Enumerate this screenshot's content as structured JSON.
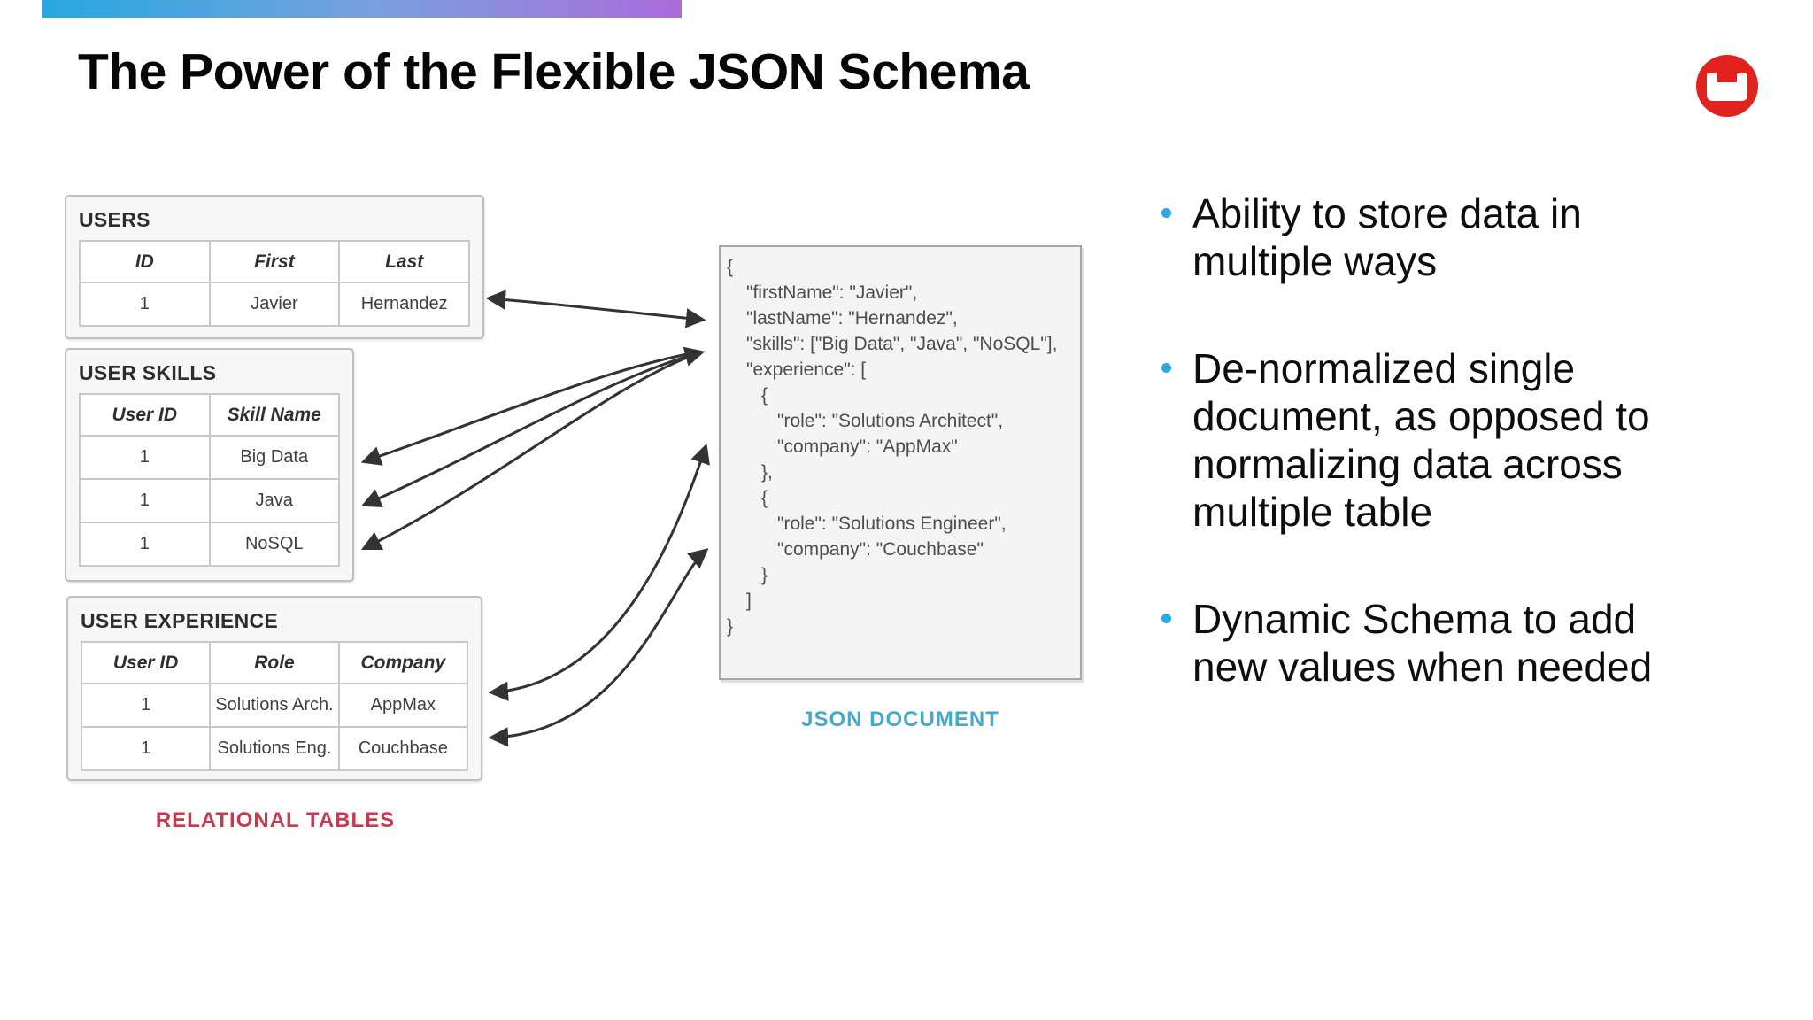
{
  "slide": {
    "title": "The Power of the Flexible JSON Schema",
    "accent_gradient_start": "#27A8DF",
    "accent_gradient_end": "#AB6CDA",
    "logo_color": "#E2231D"
  },
  "relational": {
    "caption": "RELATIONAL TABLES",
    "caption_color": "#C23B51",
    "tables": [
      {
        "name": "USERS",
        "columns": [
          "ID",
          "First",
          "Last"
        ],
        "rows": [
          [
            "1",
            "Javier",
            "Hernandez"
          ]
        ]
      },
      {
        "name": "USER SKILLS",
        "columns": [
          "User ID",
          "Skill Name"
        ],
        "rows": [
          [
            "1",
            "Big Data"
          ],
          [
            "1",
            "Java"
          ],
          [
            "1",
            "NoSQL"
          ]
        ]
      },
      {
        "name": "USER EXPERIENCE",
        "columns": [
          "User ID",
          "Role",
          "Company"
        ],
        "rows": [
          [
            "1",
            "Solutions Arch.",
            "AppMax"
          ],
          [
            "1",
            "Solutions Eng.",
            "Couchbase"
          ]
        ]
      }
    ]
  },
  "json_document": {
    "caption": "JSON DOCUMENT",
    "caption_color": "#44AAC8",
    "lines": [
      {
        "indent": 0,
        "text": "{"
      },
      {
        "indent": 1,
        "text": "\"firstName\": \"Javier\","
      },
      {
        "indent": 1,
        "text": "\"lastName\": \"Hernandez\","
      },
      {
        "indent": 1,
        "text": "\"skills\": [\"Big Data\", \"Java\", \"NoSQL\"],"
      },
      {
        "indent": 1,
        "text": "\"experience\": ["
      },
      {
        "indent": 2,
        "text": "{"
      },
      {
        "indent": 3,
        "text": "\"role\": \"Solutions Architect\","
      },
      {
        "indent": 3,
        "text": "\"company\": \"AppMax\""
      },
      {
        "indent": 2,
        "text": "},"
      },
      {
        "indent": 2,
        "text": "{"
      },
      {
        "indent": 3,
        "text": "\"role\": \"Solutions Engineer\","
      },
      {
        "indent": 3,
        "text": "\"company\": \"Couchbase\""
      },
      {
        "indent": 2,
        "text": "}"
      },
      {
        "indent": 1,
        "text": "]"
      },
      {
        "indent": 0,
        "text": "}"
      }
    ]
  },
  "bullets": {
    "marker_color": "#2BA9E2",
    "items": [
      {
        "lines": [
          "Ability to store data in",
          "multiple ways"
        ]
      },
      {
        "lines": [
          "De-normalized single",
          "document, as opposed to",
          "normalizing data across",
          "multiple table"
        ]
      },
      {
        "lines": [
          "Dynamic Schema to add",
          "new values when needed"
        ]
      }
    ]
  }
}
